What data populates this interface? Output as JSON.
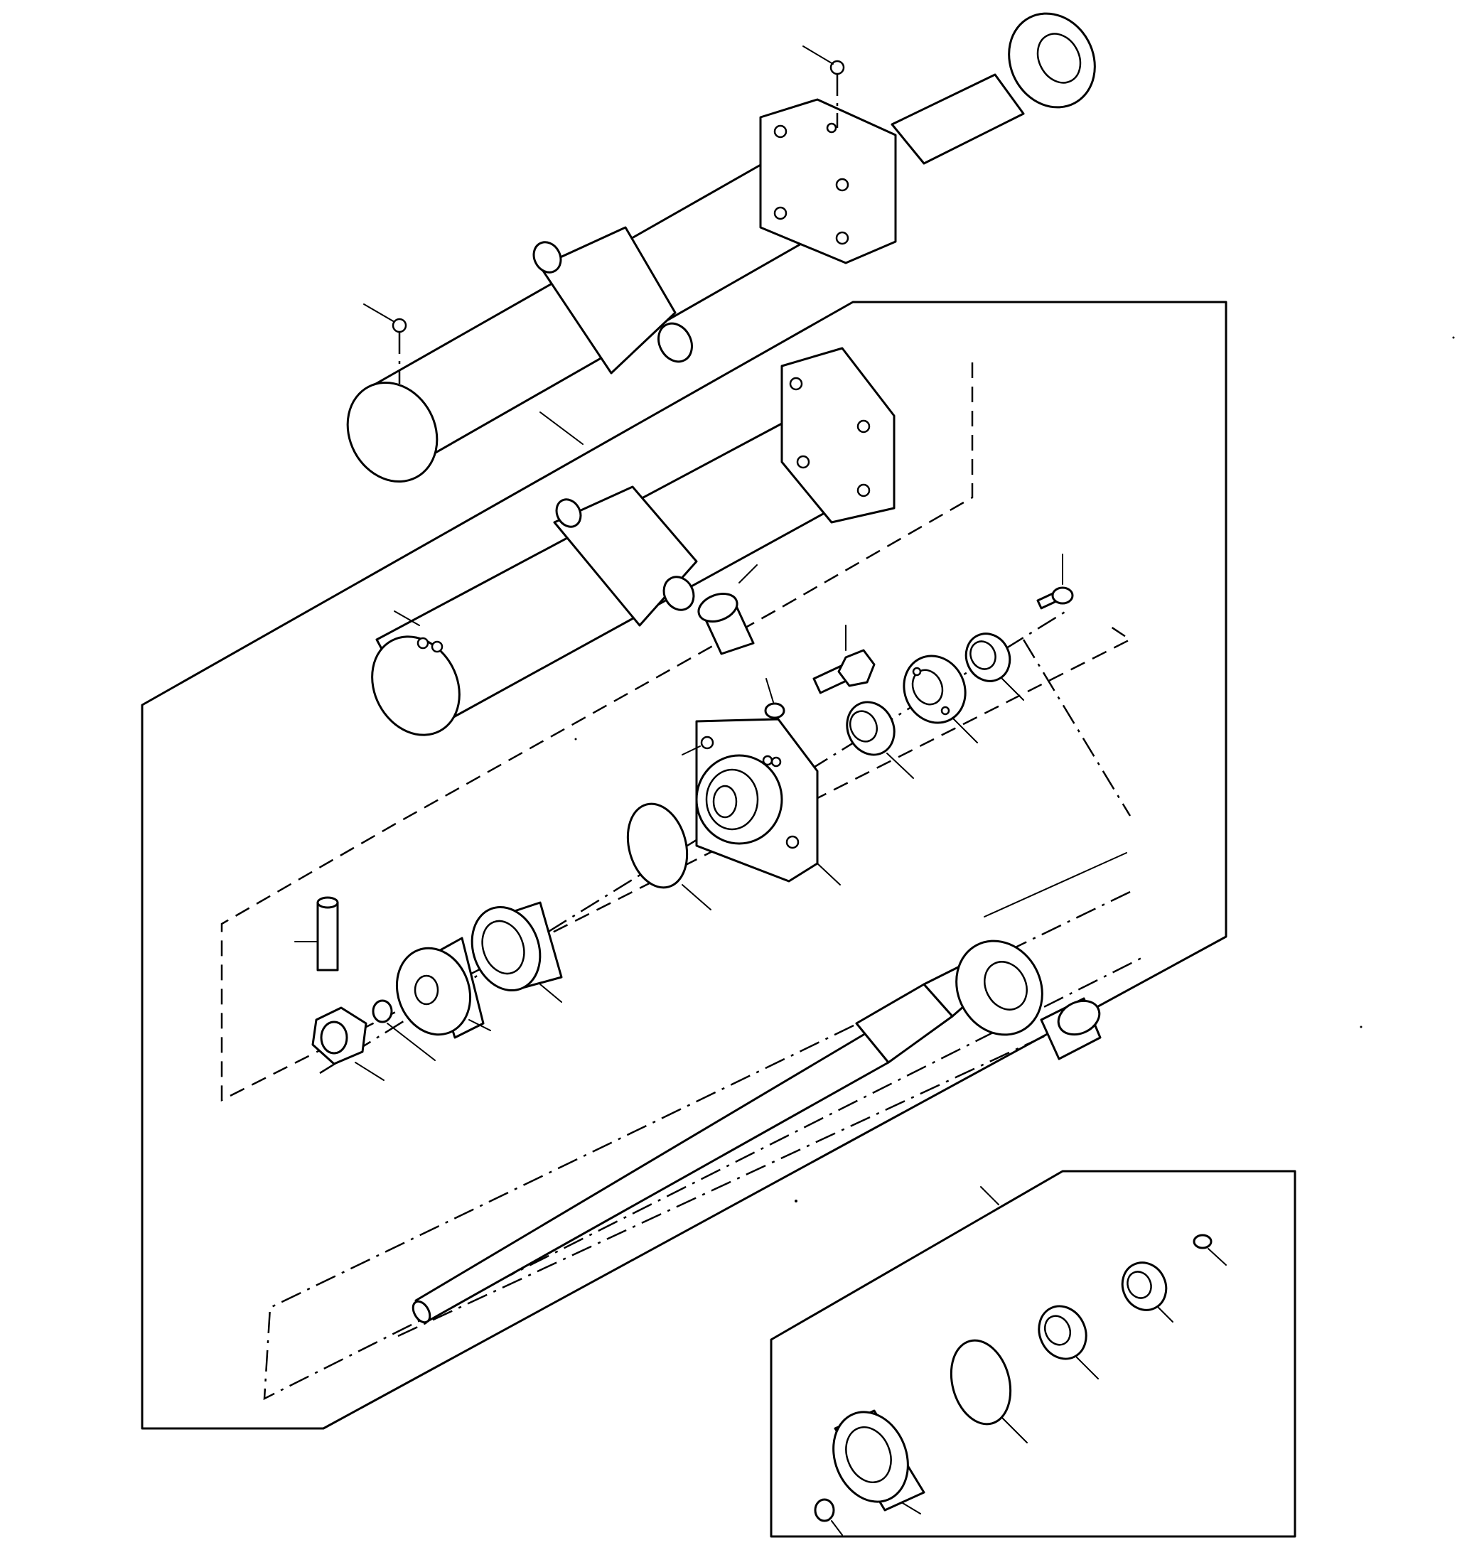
{
  "diagram": {
    "type": "exploded-parts-view",
    "subject": "hydraulic-cylinder",
    "text_labels": [],
    "parts": [
      "assembled-cylinder",
      "cylinder-tube",
      "bushing",
      "head-bolt",
      "lock-washer",
      "small-bolt",
      "cylinder-head",
      "head-o-ring",
      "rod-seal",
      "retainer-ring",
      "wiper-ring",
      "pin",
      "piston",
      "piston-seal",
      "piston-nut",
      "small-o-ring",
      "piston-rod",
      "rod-bushing",
      "seal-kit"
    ],
    "colors": {
      "line": "#000000",
      "background": "#ffffff"
    }
  }
}
